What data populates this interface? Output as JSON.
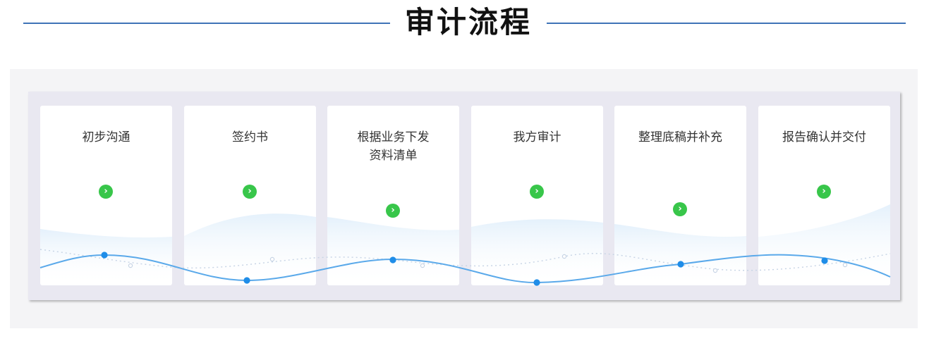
{
  "header": {
    "title": "审计流程"
  },
  "steps": [
    {
      "label": "初步沟通"
    },
    {
      "label": "签约书"
    },
    {
      "label": "根据业务下发\n资料清单"
    },
    {
      "label": "我方审计"
    },
    {
      "label": "整理底稿并补充"
    },
    {
      "label": "报告确认并交付"
    }
  ],
  "icons": {
    "step_arrow": "chevron-right-icon"
  },
  "colors": {
    "header_rule": "#3f73b7",
    "arrow_button": "#38c64a",
    "flow_line": "#5aa9ea",
    "flow_dot": "#1f8de8",
    "panel_bg": "#e9e8f1",
    "outer_bg": "#f4f4f6"
  }
}
